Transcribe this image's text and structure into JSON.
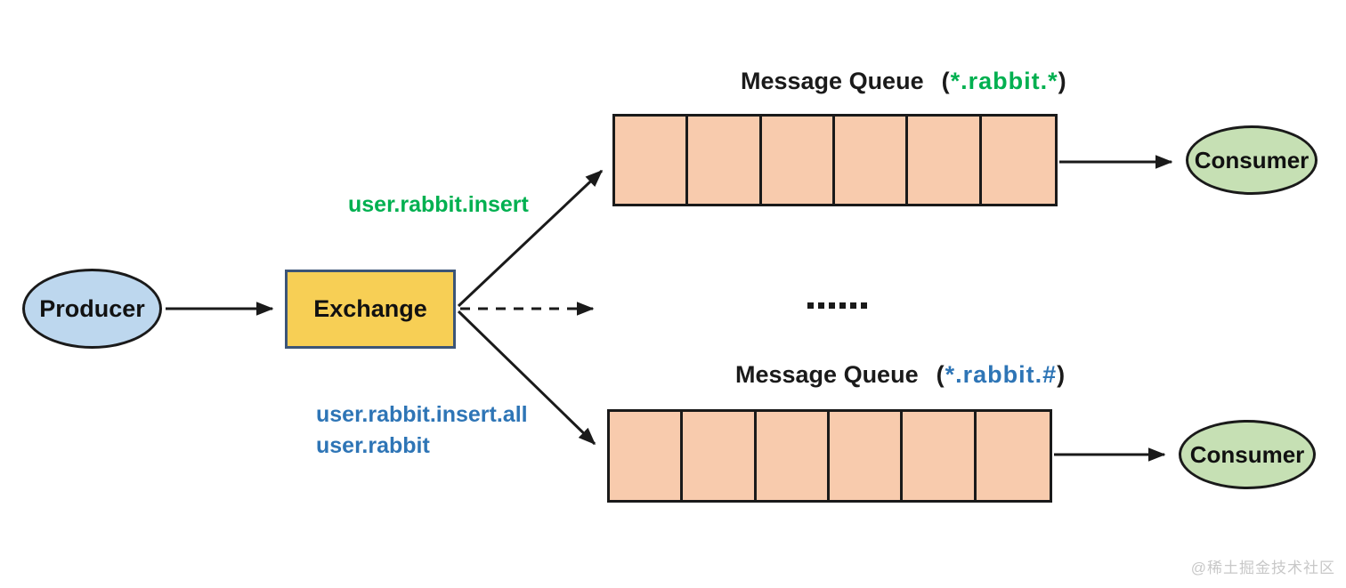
{
  "diagram": {
    "title": "RabbitMQ topic exchange diagram",
    "nodes": {
      "producer": {
        "label": "Producer",
        "fill": "#BDD7EE"
      },
      "exchange": {
        "label": "Exchange",
        "fill": "#F7CF55",
        "border": "#3C5577"
      },
      "consumer_top": {
        "label": "Consumer",
        "fill": "#C6E0B4"
      },
      "consumer_bottom": {
        "label": "Consumer",
        "fill": "#C6E0B4"
      }
    },
    "routing_keys": {
      "to_top_queue": {
        "text": "user.rabbit.insert",
        "color": "#00B050"
      },
      "to_bottom_queue": {
        "line1": "user.rabbit.insert.all",
        "line2": "user.rabbit",
        "color": "#2E75B6"
      }
    },
    "queues": {
      "top": {
        "title": "Message Queue",
        "open_paren": "(",
        "pattern": "*.rabbit.*",
        "close_paren": ")",
        "pattern_color": "#00B050",
        "cells": 6,
        "fill": "#F8CBAD"
      },
      "bottom": {
        "title": "Message Queue",
        "open_paren": "(",
        "pattern": "*.rabbit.#",
        "close_paren": ")",
        "pattern_color": "#2E75B6",
        "cells": 6,
        "fill": "#F8CBAD"
      }
    },
    "icons": {
      "ellipsis_icon": "six-square-dots"
    },
    "watermark": "@稀土掘金技术社区",
    "arrow_color": "#1a1a1a"
  }
}
